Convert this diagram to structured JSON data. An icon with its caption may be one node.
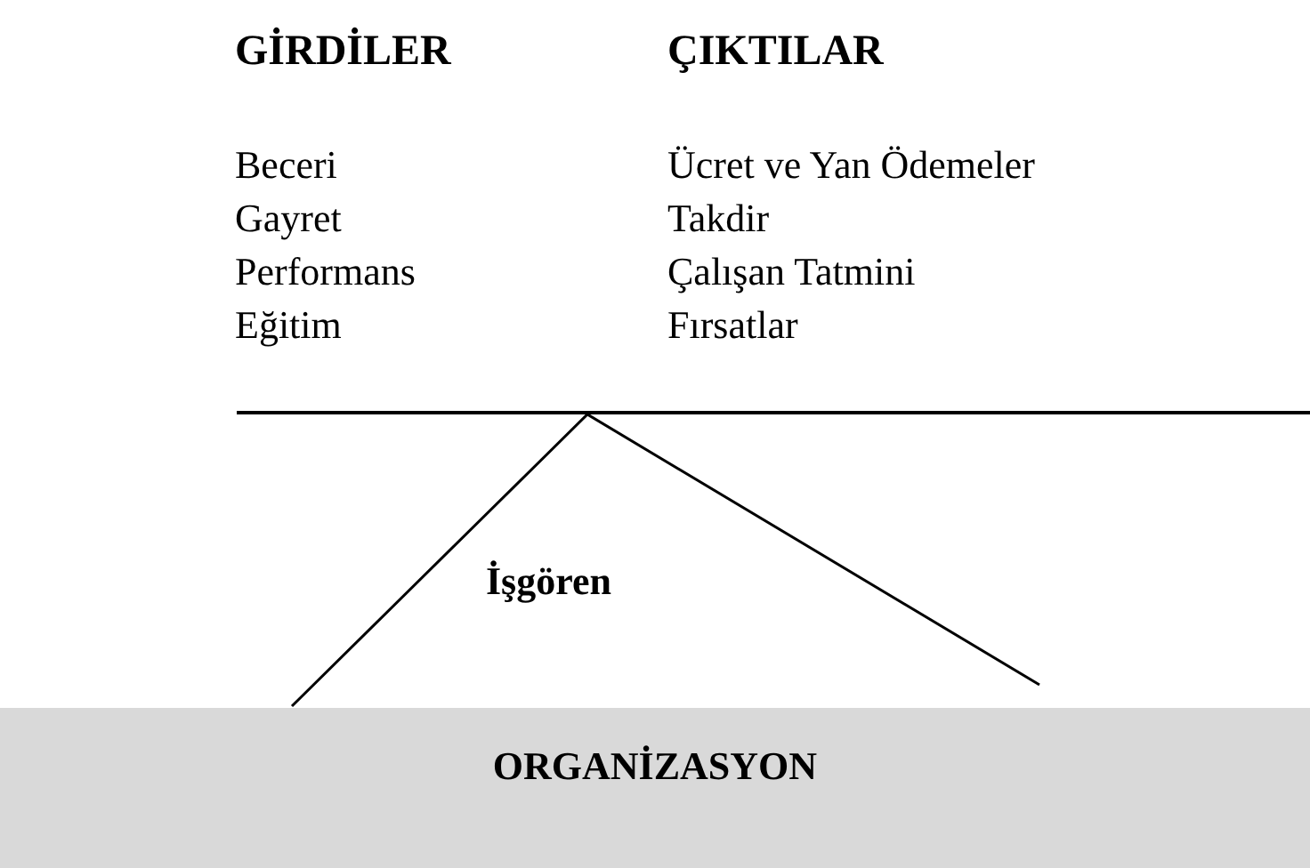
{
  "diagram": {
    "nodes": [
      {
        "text": [
          "İşgören"
        ]
      },
      {
        "text": [
          "ORGANİZASYON"
        ]
      }
    ],
    "labels": [
      "GİRDİLER",
      "ÇIKTILAR",
      "Beceri",
      "Ücret ve Yan Ödemeler",
      "Gayret",
      "Takdir",
      "Performans",
      "Çalışan Tatmini",
      "Eğitim",
      "Fırsatlar"
    ]
  }
}
